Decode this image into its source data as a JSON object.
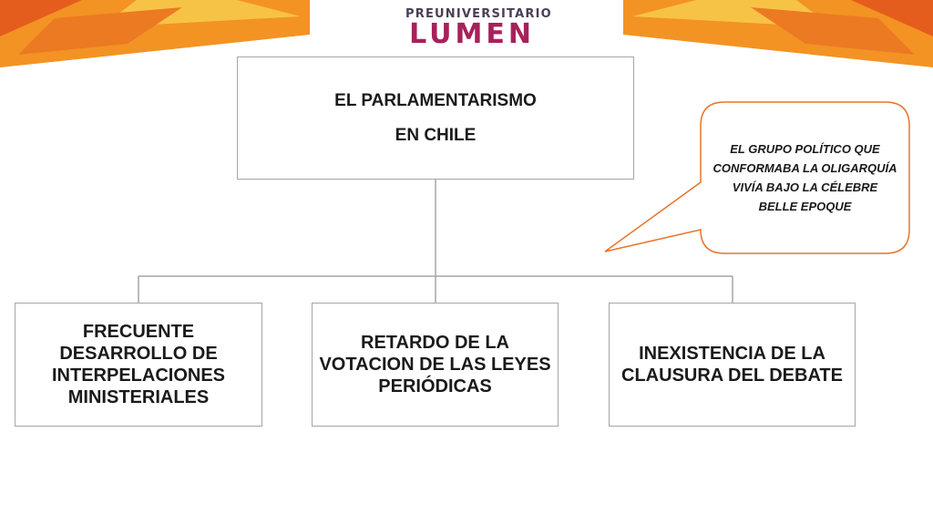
{
  "header": {
    "logo_top": "PREUNIVERSITARIO",
    "logo_main": "LUMEN"
  },
  "colors": {
    "accent_orange": "#f39323",
    "accent_dark_orange": "#e55d1c",
    "accent_yellow": "#f7c94b",
    "logo_purple": "#a7215a",
    "callout_border": "#e8732a",
    "box_border": "#a6a6a6"
  },
  "diagram": {
    "root": {
      "line1": "EL PARLAMENTARISMO",
      "line2": "EN CHILE"
    },
    "children": [
      {
        "label": "FRECUENTE DESARROLLO DE INTERPELACIONES MINISTERIALES"
      },
      {
        "label": "RETARDO DE LA VOTACION DE LAS LEYES PERIÓDICAS"
      },
      {
        "label": "INEXISTENCIA DE LA CLAUSURA DEL DEBATE"
      }
    ],
    "callout": "EL GRUPO POLÍTICO QUE CONFORMABA LA OLIGARQUÍA VIVÍA BAJO LA CÉLEBRE BELLE EPOQUE"
  }
}
